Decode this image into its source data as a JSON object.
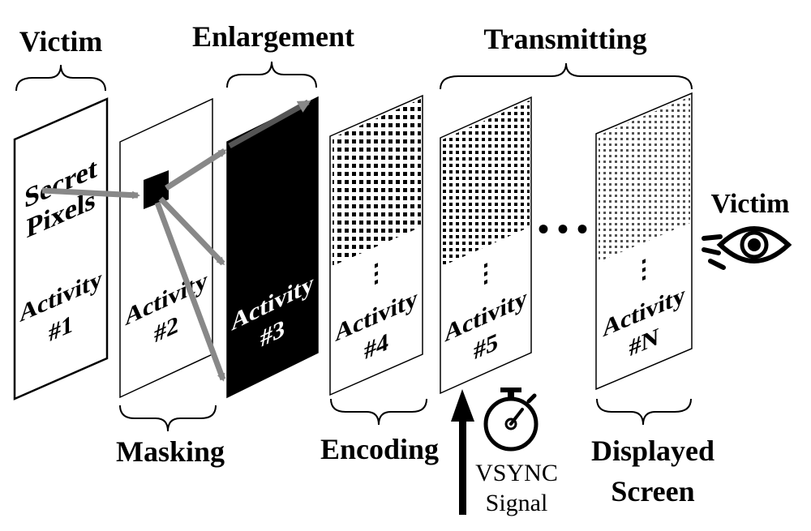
{
  "labels": {
    "victim_top": "Victim",
    "enlargement": "Enlargement",
    "transmitting": "Transmitting",
    "victim_right": "Victim",
    "masking": "Masking",
    "encoding": "Encoding",
    "displayed_line1": "Displayed",
    "displayed_line2": "Screen",
    "vsync_line1": "VSYNC",
    "vsync_line2": "Signal"
  },
  "panels": {
    "p1": {
      "secret_line1": "Secret",
      "secret_line2": "Pixels",
      "activity": "Activity",
      "number": "#1"
    },
    "p2": {
      "activity": "Activity",
      "number": "#2"
    },
    "p3": {
      "activity": "Activity",
      "number": "#3"
    },
    "p4": {
      "activity": "Activity",
      "number": "#4",
      "ellipsis": "⋮"
    },
    "p5": {
      "activity": "Activity",
      "number": "#5",
      "ellipsis": "⋮"
    },
    "pN": {
      "activity": "Activity",
      "number": "#N",
      "ellipsis": "⋮"
    }
  },
  "between_dots": "• • •",
  "colors": {
    "ink": "#000000",
    "arrow_gray": "#888888",
    "dark_panel": "#000000",
    "panel_fill": "#ffffff"
  },
  "icons": [
    "eye-icon",
    "stopwatch-icon",
    "up-arrow-icon"
  ]
}
